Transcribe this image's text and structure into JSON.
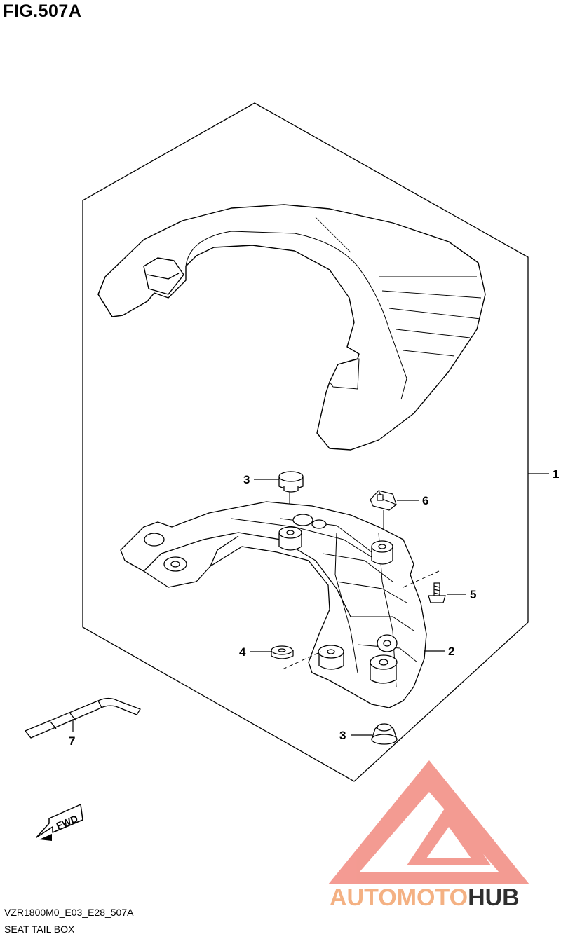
{
  "figure": {
    "title": "FIG.507A",
    "code": "VZR1800M0_E03_E28_507A",
    "name": "SEAT TAIL BOX"
  },
  "callouts": [
    {
      "id": "1",
      "label": "1"
    },
    {
      "id": "2",
      "label": "2"
    },
    {
      "id": "3a",
      "label": "3"
    },
    {
      "id": "3b",
      "label": "3"
    },
    {
      "id": "4",
      "label": "4"
    },
    {
      "id": "5",
      "label": "5"
    },
    {
      "id": "6",
      "label": "6"
    },
    {
      "id": "7",
      "label": "7"
    }
  ],
  "direction_arrow": {
    "label": "FWD"
  },
  "watermark": {
    "part1": "AUTOMOTO",
    "part2": "HUB",
    "color_accent": "#f28a80",
    "color_secondary": "#f4b183",
    "color_dark": "#2f2f2f"
  }
}
